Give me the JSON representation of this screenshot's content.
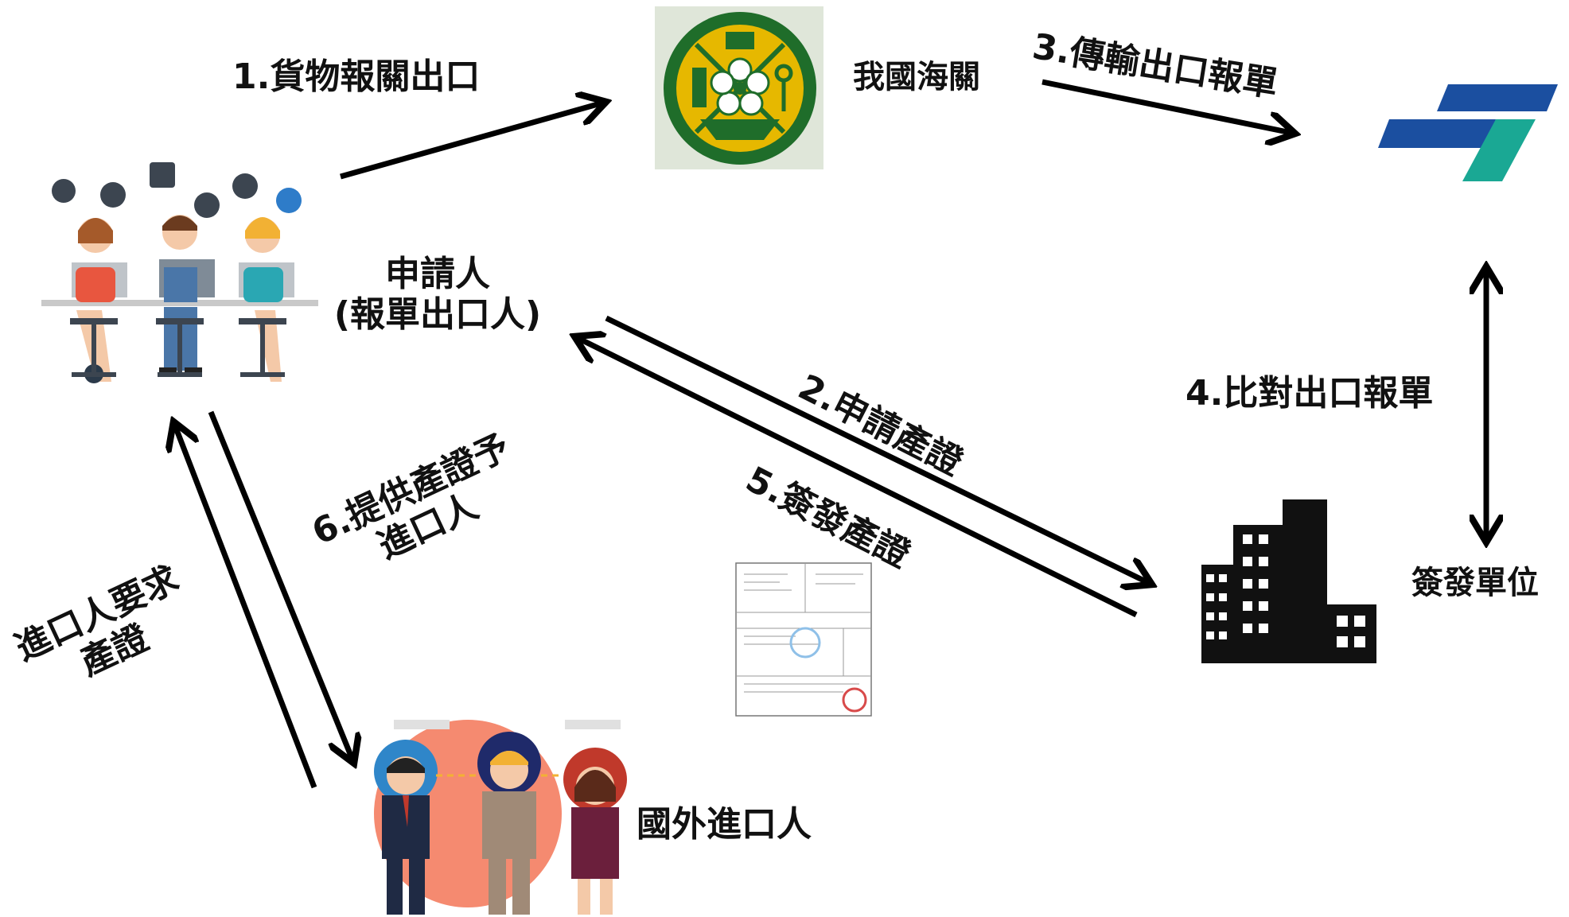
{
  "nodes": {
    "applicant": {
      "line1": "申請人",
      "line2": "(報單出口人)"
    },
    "customs": {
      "label": "我國海關"
    },
    "issuer": {
      "label": "簽發單位"
    },
    "importer": {
      "label": "國外進口人"
    }
  },
  "steps": {
    "s1": "1.貨物報關出口",
    "s2": "2.申請產證",
    "s3": "3.傳輸出口報單",
    "s4": "4.比對出口報單",
    "s5": "5.簽發產證",
    "s6": {
      "line1": "6.提供產證予",
      "line2": "進口人"
    },
    "req": {
      "line1": "進口人要求",
      "line2": "產證"
    }
  },
  "colors": {
    "customs_green": "#1f6d2a",
    "customs_yellow": "#e6b800",
    "tradevan_blue": "#1b4fa0",
    "tradevan_teal": "#1aa894",
    "importer_circle": "#f58a70"
  }
}
